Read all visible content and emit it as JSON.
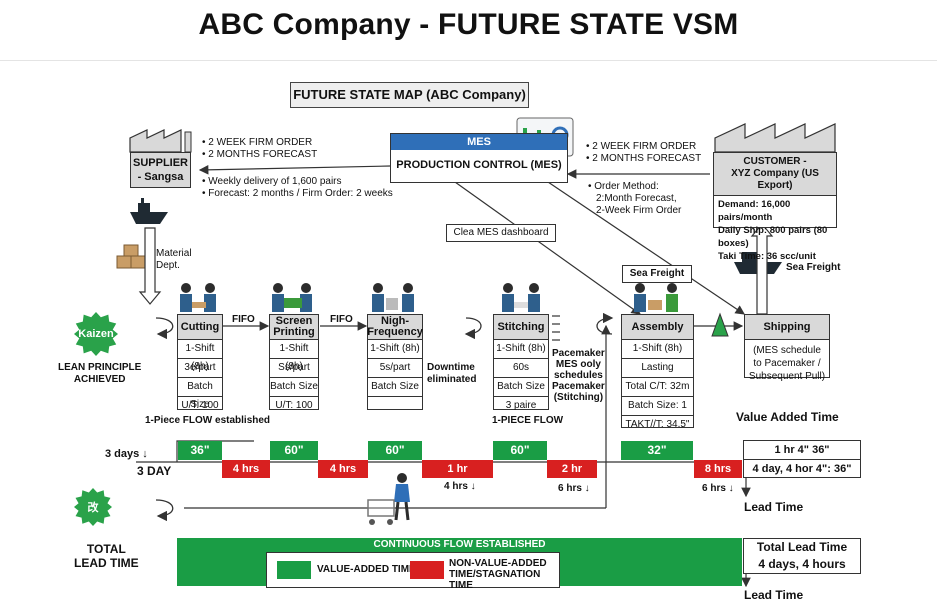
{
  "title": "ABC Company - FUTURE STATE VSM",
  "map_title": "FUTURE STATE MAP (ABC Company)",
  "mes": {
    "label": "MES",
    "production_control": "PRODUCTION CONTROL (MES)",
    "dashboard_label": "Clea MES dashboard"
  },
  "supplier": {
    "name_line1": "SUPPLIER",
    "name_line2": "- Sangsa",
    "orders": [
      "• 2 WEEK FIRM ORDER",
      "• 2 MONTHS FORECAST"
    ],
    "delivery": [
      "• Weekly delivery of 1,600 pairs",
      "• Forecast: 2 months / Firm Order: 2 weeks"
    ],
    "material_label": [
      "Material",
      "Dept."
    ]
  },
  "customer": {
    "name_line1": "CUSTOMER -",
    "name_line2": "XYZ Company (US Export)",
    "stats": [
      "Demand: 16,000 pairs/month",
      "Daily Ship: 800 pairs (80 boxes)",
      "Taki Time: 36 scc/unit"
    ],
    "orders": [
      "• 2 WEEK FIRM ORDER",
      "• 2 MONTHS FORECAST"
    ],
    "order_method": [
      "• Order Method:",
      "2:Month Forecast,",
      "2-Week Firm Order"
    ]
  },
  "sea_freight_box": "Sea Freight",
  "sea_freight_label": "Sea Freight",
  "kaizen": {
    "badge": "Kaizen",
    "caption": [
      "LEAN PRINCIPLE",
      "ACHIEVED"
    ]
  },
  "processes": [
    {
      "name": "Cutting",
      "rows": [
        "1-Shift (8h)",
        "3e/part",
        "Batch Size",
        "U/T: 100"
      ]
    },
    {
      "name": "Screen Printing",
      "rows": [
        "1-Shift (8h)",
        "Ss/part",
        "Batch Size",
        "U/T: 100"
      ]
    },
    {
      "name": "Nigh-Frequency",
      "rows": [
        "1-Shift (8h)",
        "5s/part",
        "Batch Size",
        ""
      ]
    },
    {
      "name": "Stitching",
      "rows": [
        "1-Shift (8h)",
        "60s",
        "Batch Size",
        "3 paire"
      ]
    },
    {
      "name": "Assembly",
      "rows": [
        "1-Shift (8h)",
        "Lasting",
        "Total C/T: 32m",
        "Batch Size: 1",
        "TAKT//T: 34.5\""
      ]
    },
    {
      "name": "Shipping",
      "rows": [
        "(MES schedule to Pacemaker / Subsequent Pull)"
      ]
    }
  ],
  "fifo": [
    "FIFO",
    "FIFO"
  ],
  "notes": {
    "downtime": [
      "Downtime",
      "eliminated"
    ],
    "one_piece_flow": "1-Piece FLOW established",
    "one_piece_flow_2": "1-PIECE FLOW",
    "pacemaker": [
      "Pacemaker",
      "MES ooly",
      "schedules",
      "Pacemaker",
      "(Stitching)"
    ]
  },
  "timeline": {
    "days_left": "3 days ↓",
    "day_label": "3 DAY",
    "value_added": [
      "36\"",
      "60\"",
      "60\"",
      "60\"",
      "32\""
    ],
    "non_value_added": [
      "4 hrs",
      "4 hrs",
      "1 hr",
      "2 hr",
      "8 hrs"
    ],
    "below_labels": [
      "4 hrs ↓",
      "6 hrs ↓",
      "6 hrs ↓"
    ],
    "value_added_title": "Value Added Time",
    "va_total": "1 hr 4\" 36\"",
    "lt_total": "4 day, 4 hor 4\": 36\"",
    "lead_time_label": "Lead Time"
  },
  "bottom": {
    "total_label": [
      "TOTAL",
      "LEAD TIME"
    ],
    "flow_bar": "CONTINUOUS FLOW ESTABLISHED",
    "legend_va": "VALUE-ADDED TIME",
    "legend_nva": [
      "NON-VALUE-ADDED",
      "TIME/STAGNATION TIME"
    ],
    "total_lead_time_title": "Total Lead Time",
    "total_lead_time_value": "4 days, 4 hours",
    "lead_time_label": "Lead Time",
    "kaizen_small": "改"
  },
  "colors": {
    "value_added": "#1a9d45",
    "non_value_added": "#d82020",
    "mes_header": "#2f6fb8",
    "header_gray": "#d9d9d9"
  }
}
